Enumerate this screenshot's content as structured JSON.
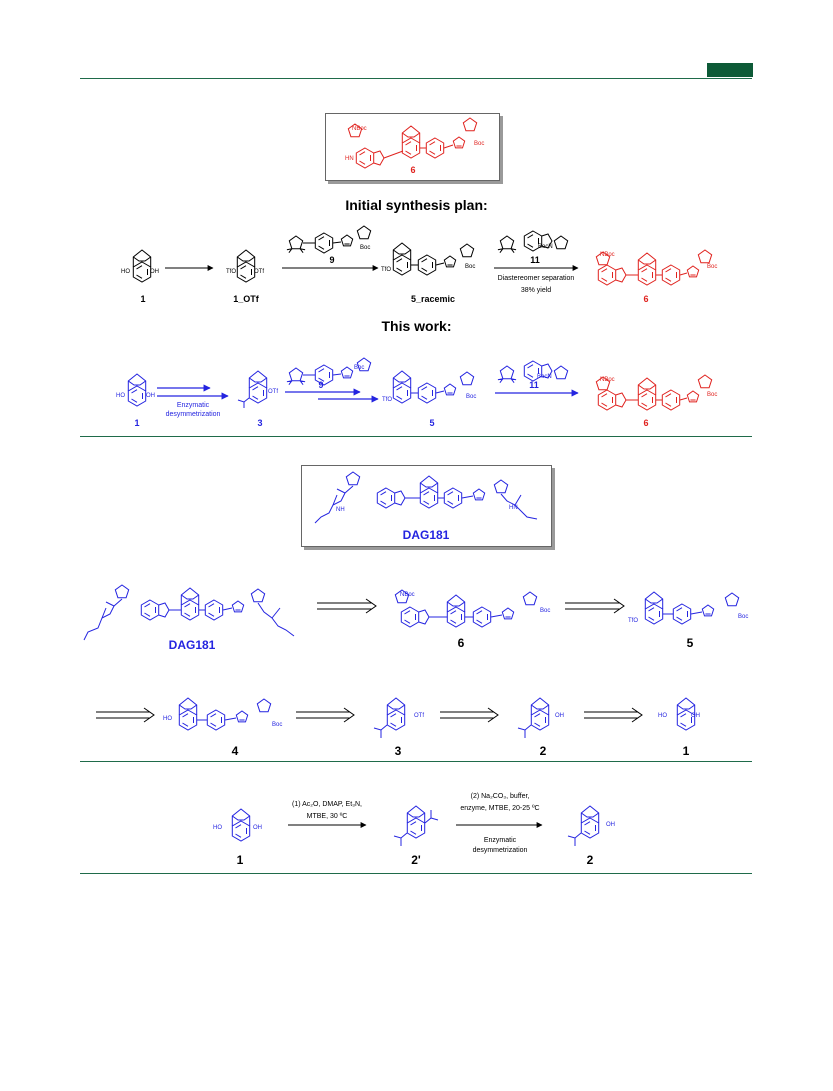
{
  "headings": {
    "initial_plan": "Initial synthesis plan:",
    "this_work": "This work:"
  },
  "compounds": {
    "c1": "1",
    "c1_otf": "1_OTf",
    "c9": "9",
    "c5_racemic": "5_racemic",
    "c11": "11",
    "c6": "6",
    "c3": "3",
    "c5": "5",
    "c4": "4",
    "c2": "2",
    "c2p": "2'",
    "dag": "DAG181"
  },
  "conditions": {
    "diastereomer": "Diastereomer separation",
    "yield": "38% yield",
    "enzymatic": "Enzymatic",
    "desym": "desymmetrization",
    "step1_a": "(1) Ac₂O, DMAP, Et₃N,",
    "step1_b": "MTBE, 30 ºC",
    "step2_a": "(2) Na₂CO₃, buffer,",
    "step2_b": "enzyme, MTBE, 20-25 ºC"
  },
  "groups": {
    "boc": "Boc",
    "tfo": "TfO",
    "otf": "OTf",
    "ho": "HO",
    "oh": "OH",
    "nh": "NH",
    "hn": "HN",
    "n": "N",
    "bocn": "BocN",
    "nboc": "NBoc"
  },
  "colors": {
    "rule": "#1f6b4a",
    "tab": "#0d5a37",
    "red": "#e0231f",
    "blue": "#2424e0"
  }
}
